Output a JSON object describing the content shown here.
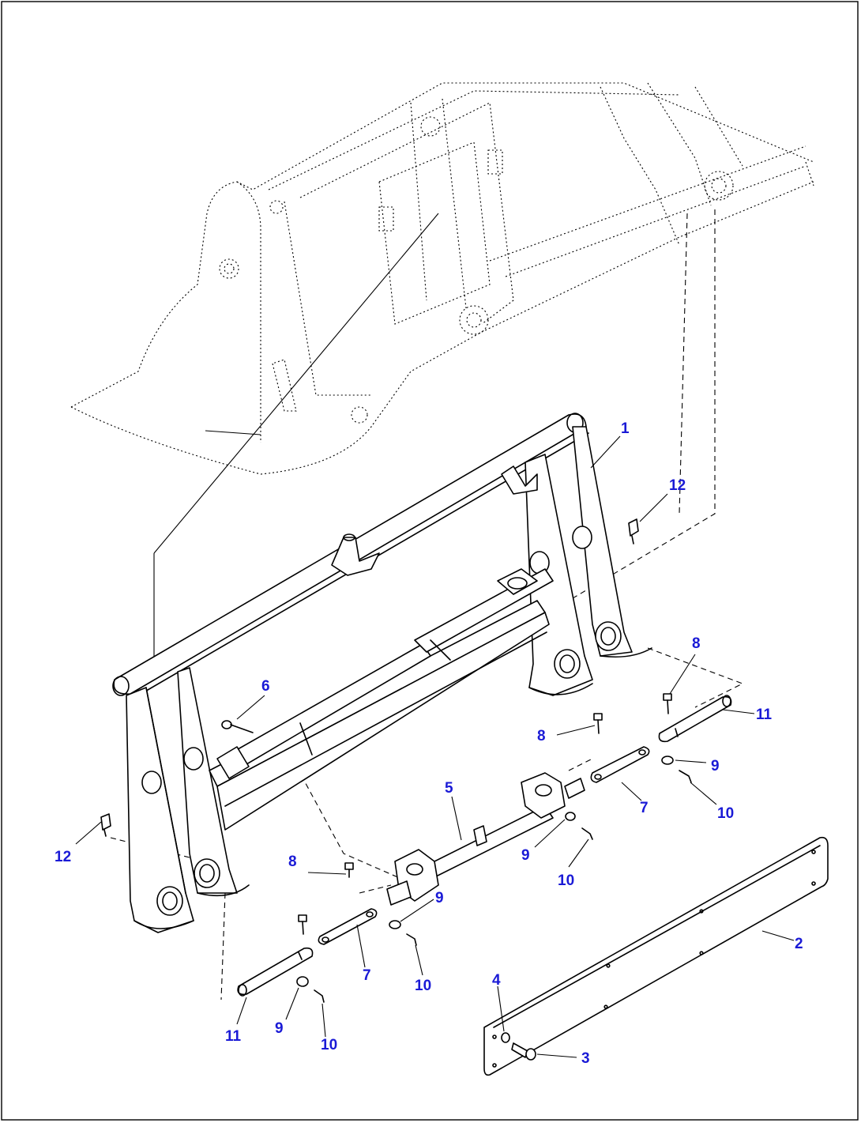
{
  "colors": {
    "callout": "#1a1ad6",
    "line": "#000000",
    "background": "#ffffff"
  },
  "callouts": [
    {
      "id": "c1",
      "text": "1"
    },
    {
      "id": "c12a",
      "text": "12"
    },
    {
      "id": "c8a",
      "text": "8"
    },
    {
      "id": "c11a",
      "text": "11"
    },
    {
      "id": "c6",
      "text": "6"
    },
    {
      "id": "c8b",
      "text": "8"
    },
    {
      "id": "c9a",
      "text": "9"
    },
    {
      "id": "c5",
      "text": "5"
    },
    {
      "id": "c7a",
      "text": "7"
    },
    {
      "id": "c10a",
      "text": "10"
    },
    {
      "id": "c12b",
      "text": "12"
    },
    {
      "id": "c9b",
      "text": "9"
    },
    {
      "id": "c8c",
      "text": "8"
    },
    {
      "id": "c10b",
      "text": "10"
    },
    {
      "id": "c9c",
      "text": "9"
    },
    {
      "id": "c2",
      "text": "2"
    },
    {
      "id": "c7b",
      "text": "7"
    },
    {
      "id": "c10c",
      "text": "10"
    },
    {
      "id": "c4",
      "text": "4"
    },
    {
      "id": "c3",
      "text": "3"
    },
    {
      "id": "c11b",
      "text": "11"
    },
    {
      "id": "c9d",
      "text": "9"
    },
    {
      "id": "c10d",
      "text": "10"
    }
  ]
}
